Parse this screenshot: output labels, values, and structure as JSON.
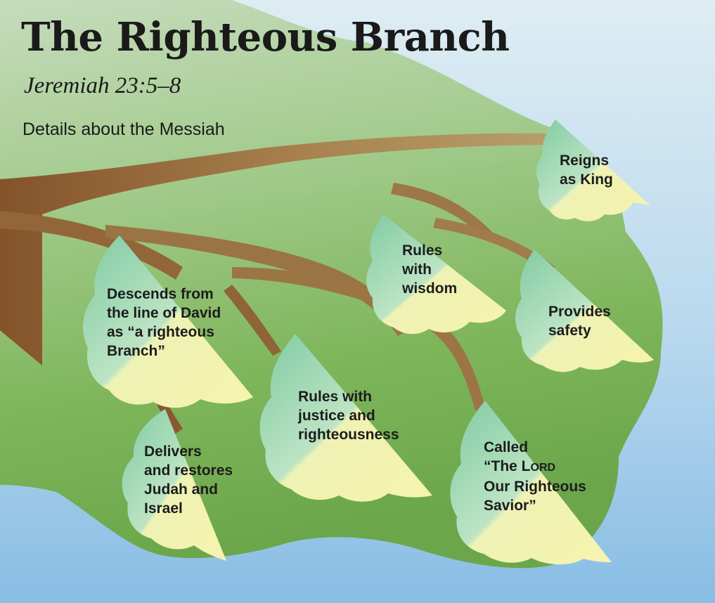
{
  "header": {
    "title": "The Righteous Branch",
    "reference": "Jeremiah 23:5–8",
    "lead": "Details about the Messiah"
  },
  "leaves": [
    {
      "id": "reigns-as-king",
      "lines": [
        "Reigns",
        "as King"
      ]
    },
    {
      "id": "rules-with-wisdom",
      "lines": [
        "Rules",
        "with",
        "wisdom"
      ]
    },
    {
      "id": "descends-from-david",
      "lines": [
        "Descends from",
        "the line of David",
        "as “a righteous",
        "Branch”"
      ]
    },
    {
      "id": "provides-safety",
      "lines": [
        "Provides",
        "safety"
      ]
    },
    {
      "id": "rules-with-justice",
      "lines": [
        "Rules with",
        "justice and",
        "righteousness"
      ]
    },
    {
      "id": "delivers-and-restores",
      "lines": [
        "Delivers",
        "and restores",
        "Judah and",
        "Israel"
      ]
    },
    {
      "id": "called-the-lord",
      "lines": [
        "Called",
        "“The L",
        "ORD",
        "Our Righteous",
        "Savior”"
      ]
    }
  ],
  "colors": {
    "sky_top": "#dcebf2",
    "sky_bottom": "#8cbfe4",
    "canopy": "#74ae50",
    "canopy_light": "#b7d6a9",
    "branch": "#8b5a2b",
    "leaf_green": "#72c7a2",
    "leaf_yellow": "#f4f3b0"
  }
}
